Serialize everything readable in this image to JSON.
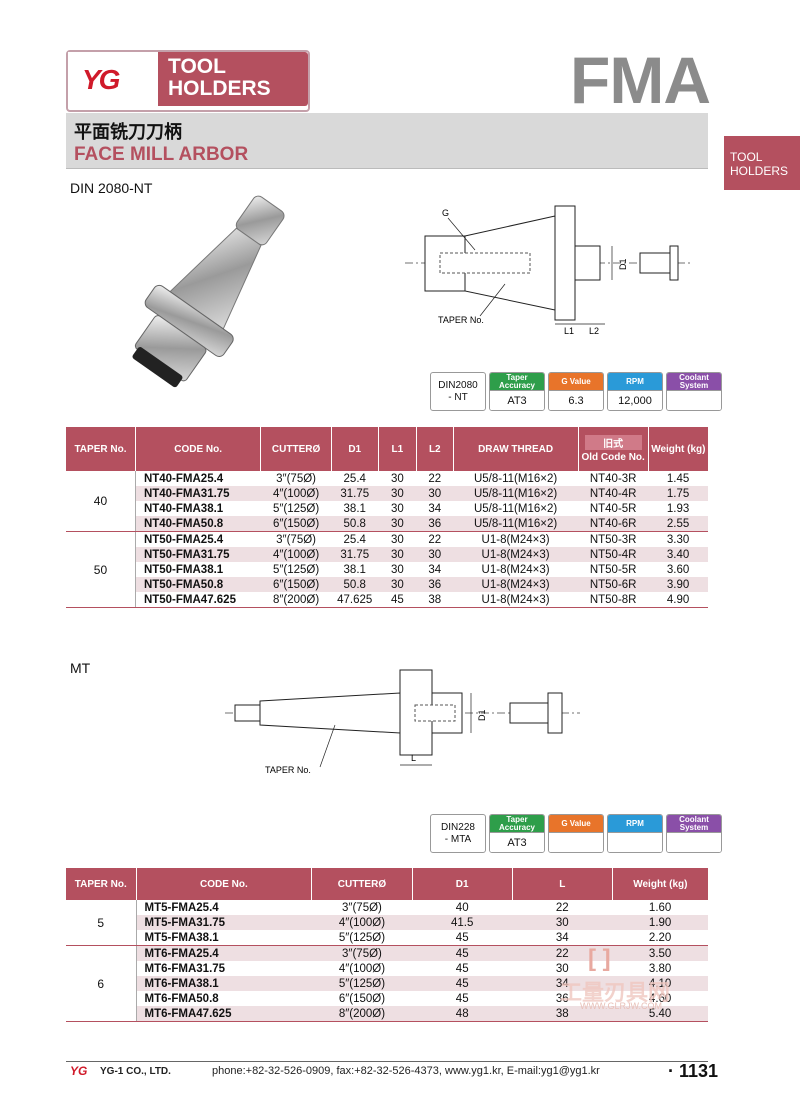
{
  "header": {
    "logo_mark": "YG",
    "brand_title_line1": "TOOL",
    "brand_title_line2": "HOLDERS",
    "series_code": "FMA",
    "title_zh": "平面铣刀刀柄",
    "title_en": "FACE MILL ARBOR",
    "side_tab_line1": "TOOL",
    "side_tab_line2": "HOLDERS"
  },
  "section1": {
    "label": "DIN 2080-NT",
    "drawing_labels": {
      "g": "G",
      "taper": "TAPER No.",
      "d1": "D1",
      "l1": "L1",
      "l2": "L2"
    },
    "spec": {
      "std": "DIN2080\n- NT",
      "headers": [
        "Taper Accuracy",
        "G Value",
        "RPM",
        "Coolant System"
      ],
      "values": [
        "AT3",
        "6.3",
        "12,000",
        ""
      ],
      "colors": [
        "#2e9e4a",
        "#e8742a",
        "#2a9ad8",
        "#8a4fa8"
      ]
    },
    "table": {
      "headers": [
        "TAPER No.",
        "CODE No.",
        "CUTTERØ",
        "D1",
        "L1",
        "L2",
        "DRAW THREAD",
        "Old Code No.",
        "Weight (kg)"
      ],
      "old_code_top": "旧式",
      "groups": [
        {
          "taper": "40",
          "rows": [
            [
              "NT40-FMA25.4",
              "3″(75Ø)",
              "25.4",
              "30",
              "22",
              "U5/8-11(M16×2)",
              "NT40-3R",
              "1.45"
            ],
            [
              "NT40-FMA31.75",
              "4″(100Ø)",
              "31.75",
              "30",
              "30",
              "U5/8-11(M16×2)",
              "NT40-4R",
              "1.75"
            ],
            [
              "NT40-FMA38.1",
              "5″(125Ø)",
              "38.1",
              "30",
              "34",
              "U5/8-11(M16×2)",
              "NT40-5R",
              "1.93"
            ],
            [
              "NT40-FMA50.8",
              "6″(150Ø)",
              "50.8",
              "30",
              "36",
              "U5/8-11(M16×2)",
              "NT40-6R",
              "2.55"
            ]
          ]
        },
        {
          "taper": "50",
          "rows": [
            [
              "NT50-FMA25.4",
              "3″(75Ø)",
              "25.4",
              "30",
              "22",
              "U1-8(M24×3)",
              "NT50-3R",
              "3.30"
            ],
            [
              "NT50-FMA31.75",
              "4″(100Ø)",
              "31.75",
              "30",
              "30",
              "U1-8(M24×3)",
              "NT50-4R",
              "3.40"
            ],
            [
              "NT50-FMA38.1",
              "5″(125Ø)",
              "38.1",
              "30",
              "34",
              "U1-8(M24×3)",
              "NT50-5R",
              "3.60"
            ],
            [
              "NT50-FMA50.8",
              "6″(150Ø)",
              "50.8",
              "30",
              "36",
              "U1-8(M24×3)",
              "NT50-6R",
              "3.90"
            ],
            [
              "NT50-FMA47.625",
              "8″(200Ø)",
              "47.625",
              "45",
              "38",
              "U1-8(M24×3)",
              "NT50-8R",
              "4.90"
            ]
          ]
        }
      ]
    }
  },
  "section2": {
    "label": "MT",
    "drawing_labels": {
      "taper": "TAPER No.",
      "d1": "D1",
      "l": "L"
    },
    "spec": {
      "std": "DIN228\n- MTA",
      "headers": [
        "Taper Accuracy",
        "G Value",
        "RPM",
        "Coolant System"
      ],
      "values": [
        "AT3",
        "",
        "",
        ""
      ],
      "colors": [
        "#2e9e4a",
        "#e8742a",
        "#2a9ad8",
        "#8a4fa8"
      ]
    },
    "table": {
      "headers": [
        "TAPER No.",
        "CODE No.",
        "CUTTERØ",
        "D1",
        "L",
        "Weight (kg)"
      ],
      "groups": [
        {
          "taper": "5",
          "rows": [
            [
              "MT5-FMA25.4",
              "3″(75Ø)",
              "40",
              "22",
              "1.60"
            ],
            [
              "MT5-FMA31.75",
              "4″(100Ø)",
              "41.5",
              "30",
              "1.90"
            ],
            [
              "MT5-FMA38.1",
              "5″(125Ø)",
              "45",
              "34",
              "2.20"
            ]
          ]
        },
        {
          "taper": "6",
          "rows": [
            [
              "MT6-FMA25.4",
              "3″(75Ø)",
              "45",
              "22",
              "3.50"
            ],
            [
              "MT6-FMA31.75",
              "4″(100Ø)",
              "45",
              "30",
              "3.80"
            ],
            [
              "MT6-FMA38.1",
              "5″(125Ø)",
              "45",
              "34",
              "4.10"
            ],
            [
              "MT6-FMA50.8",
              "6″(150Ø)",
              "45",
              "36",
              "4.60"
            ],
            [
              "MT6-FMA47.625",
              "8″(200Ø)",
              "48",
              "38",
              "5.40"
            ]
          ]
        }
      ]
    }
  },
  "footer": {
    "logo": "YG",
    "company": "YG-1 CO., LTD.",
    "contact": "phone:+82-32-526-0909,  fax:+82-32-526-4373,  www.yg1.kr,  E-mail:yg1@yg1.kr",
    "page": "· 1131"
  },
  "watermark": {
    "text": "工量刃具网",
    "url": "WWW.GLRJW.COM"
  }
}
